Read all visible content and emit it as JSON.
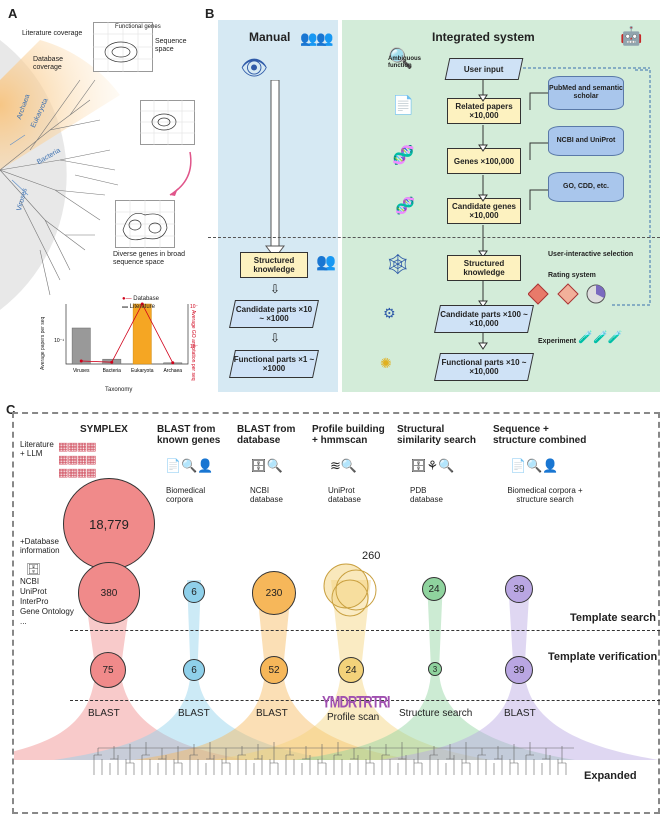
{
  "panel_a": {
    "label": "A",
    "literature_coverage": "Literature coverage",
    "database_coverage": "Database coverage",
    "functional_genes": "Functional genes",
    "sequence_space": "Sequence space",
    "archaea": "Archaea",
    "eukaryota": "Eukaryota",
    "bacteria": "Bacteria",
    "viruses": "Viruses",
    "diverse_genes": "Diverse genes in broad sequence space",
    "legend_database": "Database",
    "legend_literature": "Literature",
    "y_left": "Average papers per seq",
    "y_right": "Average GO annotation per seq",
    "xlabel": "Taxonomy",
    "colors": {
      "literature": "#888888",
      "database": "#f5a623",
      "line": "#d0021b"
    }
  },
  "chart_data": {
    "type": "bar",
    "categories": [
      "Viruses",
      "Bacteria",
      "Eukaryota",
      "Archaea"
    ],
    "series": [
      {
        "name": "Literature",
        "values": [
          0.6,
          0.08,
          1.0,
          0.02
        ]
      }
    ],
    "line_series": [
      {
        "name": "Database",
        "values": [
          0.05,
          0.03,
          1.0,
          0.02
        ]
      }
    ],
    "ylabel": "Average papers per seq",
    "y2label": "Average GO annotation per seq",
    "xlabel": "Taxonomy",
    "y2ticks": [
      "10⁻²",
      "10⁻³"
    ],
    "yticks": [
      "10⁻¹"
    ]
  },
  "panel_b": {
    "label": "B",
    "manual_title": "Manual",
    "integrated_title": "Integrated system",
    "ambiguous_function": "Ambiguous function",
    "user_input": "User input",
    "related_papers": "Related papers ×10,000",
    "genes": "Genes ×100,000",
    "candidate_genes": "Candidate genes ×10,000",
    "db1": "PubMed and semantic scholar",
    "db2": "NCBI and UniProt",
    "db3": "GO, CDD, etc.",
    "structured_knowledge": "Structured knowledge",
    "user_interactive": "User-interactive selection",
    "rating_system": "Rating system",
    "manual_candidate": "Candidate parts ×10 ~ ×1000",
    "manual_functional": "Functional parts ×1 ~ ×1000",
    "int_candidate": "Candidate parts ×100 ~ ×10,000",
    "int_functional": "Functional parts ×10 ~ ×10,000",
    "experiment": "Experiment",
    "colors": {
      "manual_bg": "#d6e9f3",
      "integrated_bg": "#d3ecd9",
      "box_yellow": "#fdf2c0",
      "box_blue": "#cfe2f6",
      "cylinder": "#a9c6ec"
    }
  },
  "panel_c": {
    "label": "C",
    "columns": [
      {
        "title": "SYMPLEX",
        "sub": "",
        "search": "380",
        "verify": "75",
        "method": "BLAST",
        "color": "#f08a8a"
      },
      {
        "title": "BLAST from known genes",
        "sub": "Biomedical corpora",
        "search": "6",
        "verify": "6",
        "method": "BLAST",
        "color": "#8fd0ea"
      },
      {
        "title": "BLAST from database",
        "sub": "NCBI database",
        "search": "230",
        "verify": "52",
        "method": "BLAST",
        "color": "#f6b75a"
      },
      {
        "title": "Profile building + hmmscan",
        "sub": "UniProt database",
        "search": "260",
        "verify": "24",
        "method": "Profile scan",
        "color": "#f3d27a"
      },
      {
        "title": "Structural similarity search",
        "sub": "PDB database",
        "search": "24",
        "verify": "3",
        "method": "Structure search",
        "color": "#8fd39e"
      },
      {
        "title": "Sequence + structure combined",
        "sub": "Biomedical corpora + structure search",
        "search": "39",
        "verify": "39",
        "method": "BLAST",
        "color": "#b9a6e2"
      }
    ],
    "literature_llm": "Literature + LLM",
    "top_count": "18,779",
    "database_info": "+Database information",
    "db_list": [
      "NCBI",
      "UniProt",
      "InterPro",
      "Gene Ontology",
      "..."
    ],
    "logo_text": "YMDRTRTRI",
    "row_template_search": "Template search",
    "row_template_verification": "Template verification",
    "row_expanded": "Expanded"
  }
}
